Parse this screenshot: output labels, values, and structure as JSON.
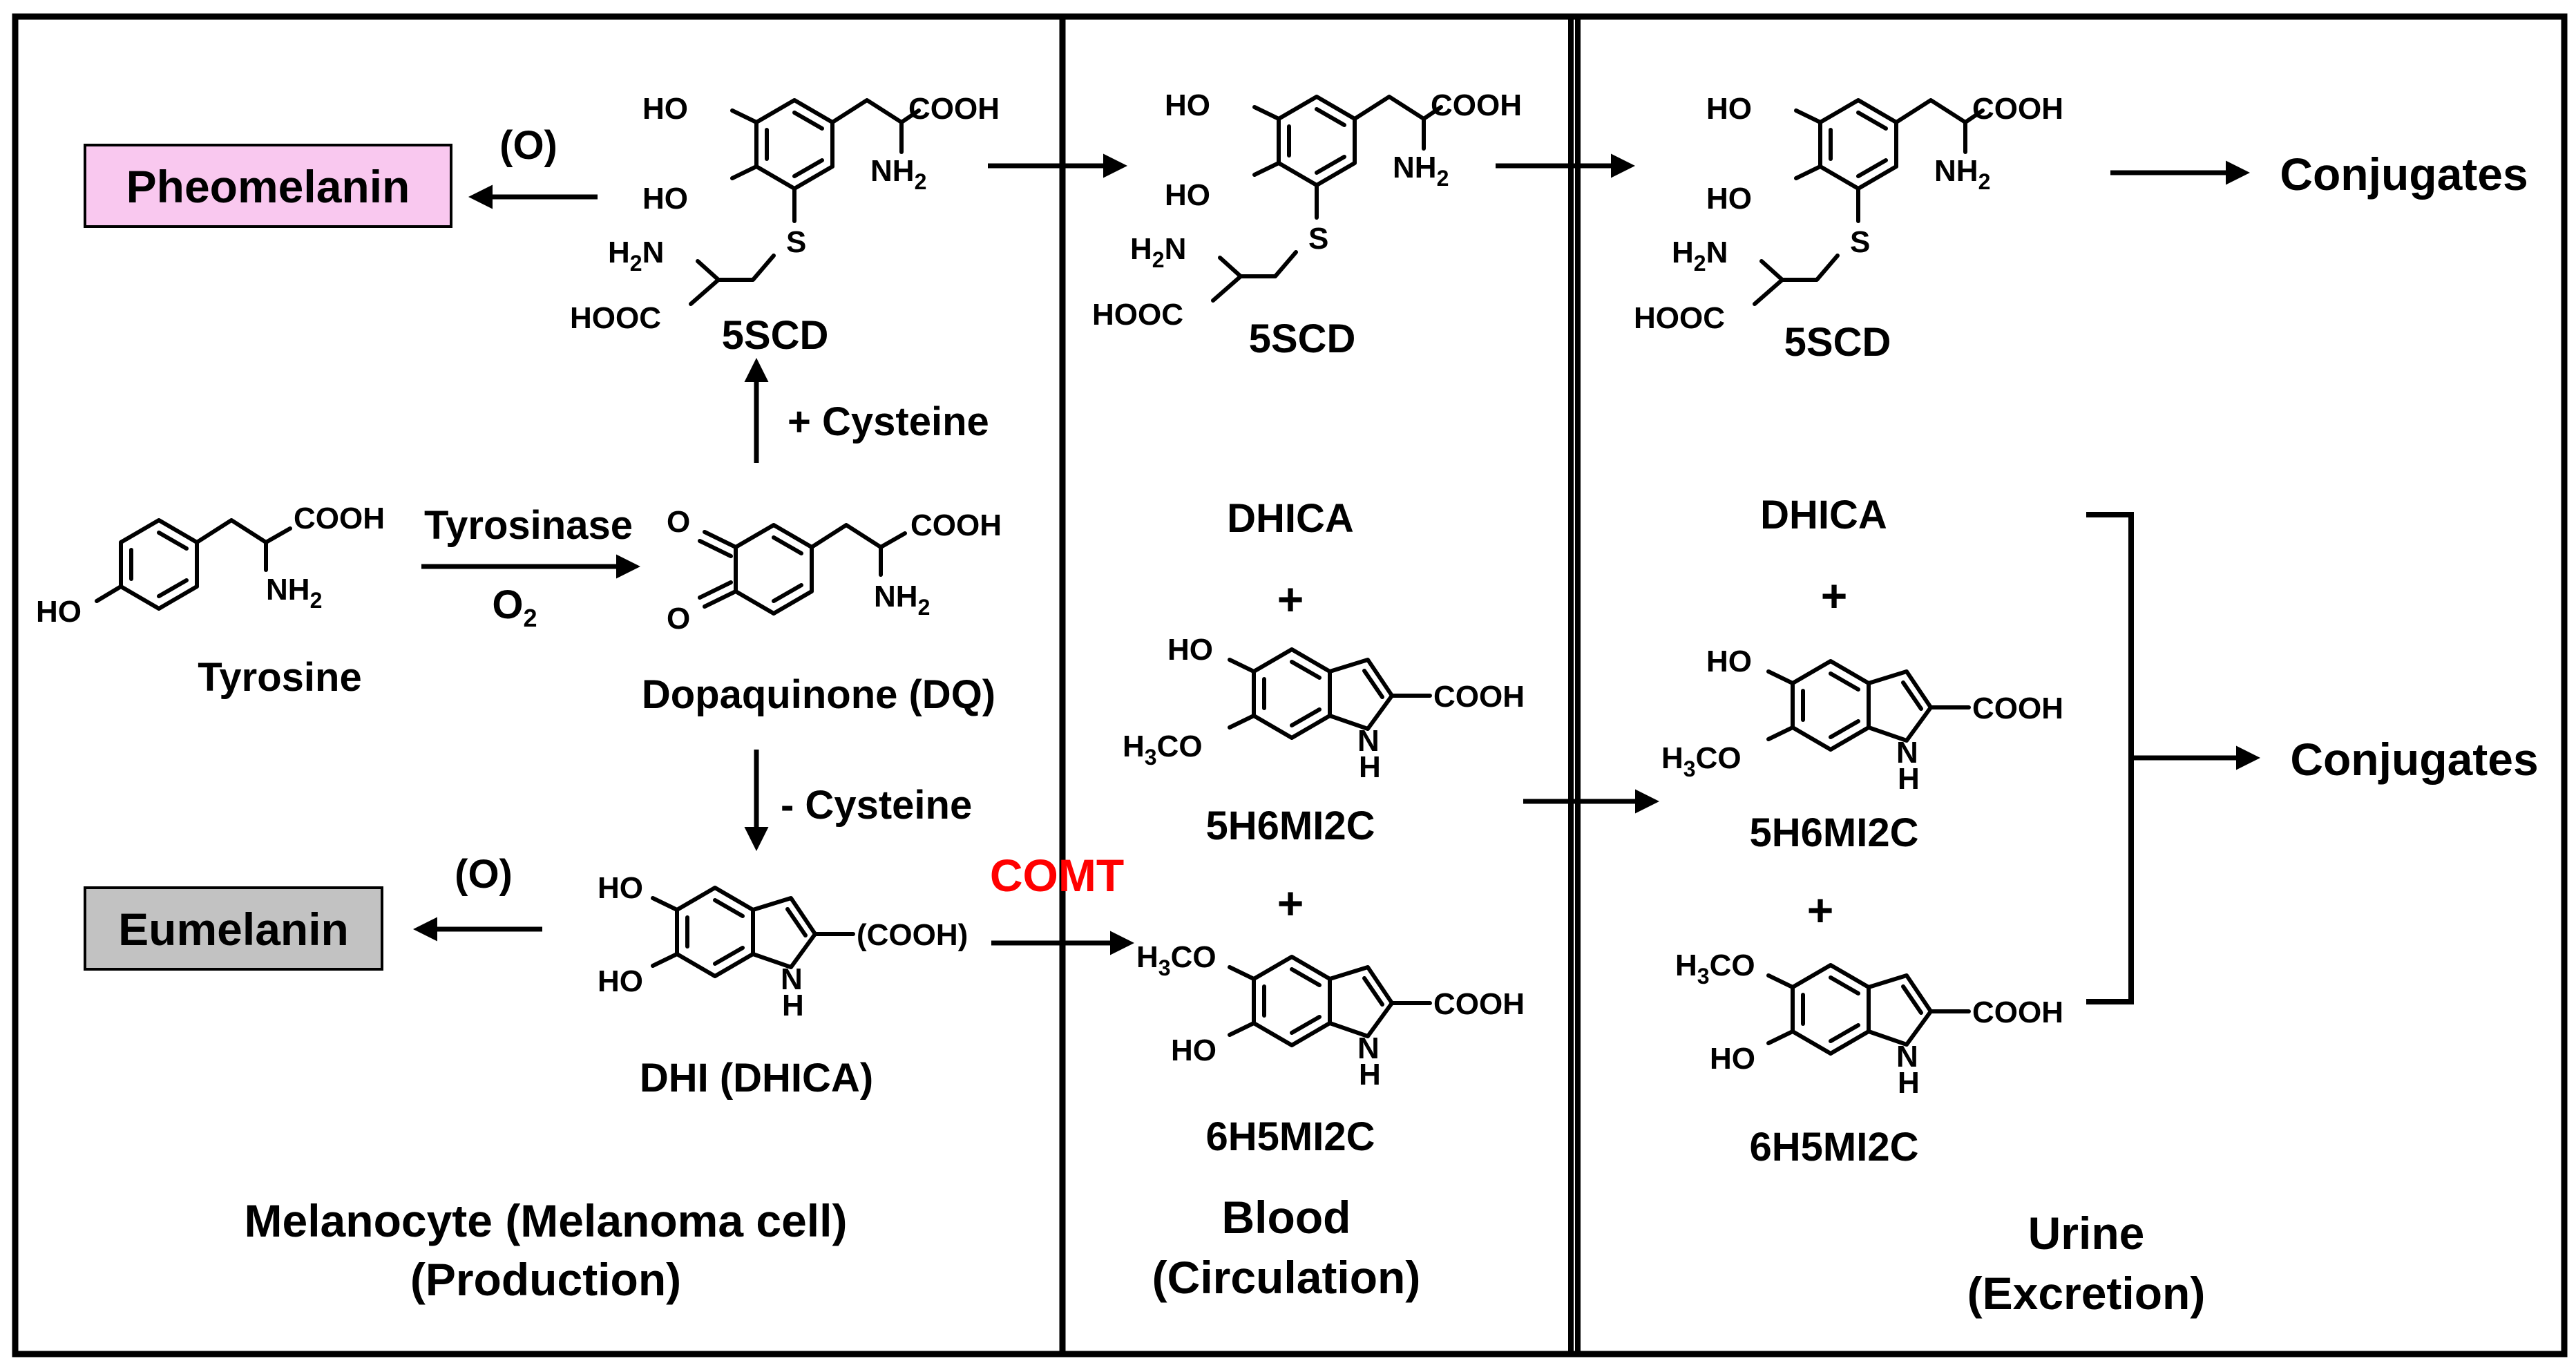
{
  "colors": {
    "pheomelanin_box": "#f9c8ef",
    "eumelanin_box": "#c2c2c2",
    "comt": "#ff0000",
    "line": "#000000"
  },
  "panels": {
    "melanocyte": {
      "line1": "Melanocyte (Melanoma cell)",
      "line2": "(Production)"
    },
    "blood": {
      "line1": "Blood",
      "line2": "(Circulation)"
    },
    "urine": {
      "line1": "Urine",
      "line2": "(Excretion)"
    }
  },
  "products": {
    "pheomelanin": "Pheomelanin",
    "eumelanin": "Eumelanin",
    "conjugates": "Conjugates"
  },
  "reagents": {
    "oxidation": "(O)",
    "plus_cysteine": "+ Cysteine",
    "minus_cysteine": "- Cysteine",
    "tyrosinase": "Tyrosinase",
    "o2": "O",
    "o2_sub": "2",
    "comt": "COMT",
    "plus": "+"
  },
  "compounds": {
    "tyrosine": "Tyrosine",
    "dopaquinone": "Dopaquinone (DQ)",
    "dhi": "DHI (DHICA)",
    "scd": "5SCD",
    "dhica": "DHICA",
    "h6mi2c": "5H6MI2C",
    "h5mi2c": "6H5MI2C"
  },
  "atoms": {
    "HO": "HO",
    "O": "O",
    "COOH": "COOH",
    "COOH_paren": "(COOH)",
    "HOOC": "HOOC",
    "NH": "NH",
    "H": "H",
    "H2N_H": "H",
    "N": "N",
    "S": "S",
    "sub2": "2",
    "sub3": "3",
    "CO": "CO"
  }
}
